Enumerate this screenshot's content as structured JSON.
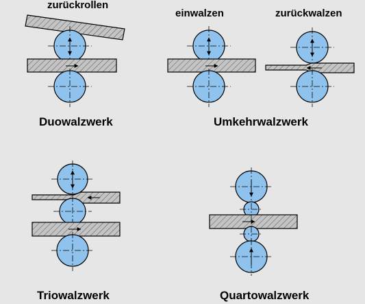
{
  "colors": {
    "background": "#e6e6e6",
    "roll_fill": "#8fc3ee",
    "outline": "#000000",
    "hatch_bg": "#c4c4c4"
  },
  "labels": {
    "zurueckrollen": "zurückrollen",
    "einwalzen": "einwalzen",
    "zurueckwalzen": "zurückwalzen",
    "duowalzwerk": "Duowalzwerk",
    "umkehrwalzwerk": "Umkehrwalzwerk",
    "triowalzwerk": "Triowalzwerk",
    "quartowalzwerk": "Quartowalzwerk"
  }
}
